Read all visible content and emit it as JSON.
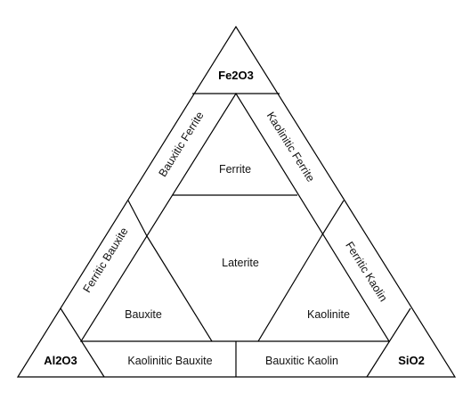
{
  "diagram": {
    "corners": {
      "top": "Fe2O3",
      "left": "Al2O3",
      "right": "SiO2"
    },
    "regions": {
      "ferrite": "Ferrite",
      "laterite": "Laterite",
      "bauxite": "Bauxite",
      "kaolinite": "Kaolinite",
      "bauxitic_ferrite": "Bauxitic Ferrite",
      "kaolinitic_ferrite": "Kaolinitic Ferrite",
      "ferritic_bauxite": "Ferritic Bauxite",
      "ferritic_kaolin": "Ferritic Kaolin",
      "kaolinitic_bauxite": "Kaolinitic Bauxite",
      "bauxitic_kaolin": "Bauxitic Kaolin"
    },
    "colors": {
      "line": "#000000",
      "text": "#111111",
      "background": "#ffffff"
    }
  }
}
